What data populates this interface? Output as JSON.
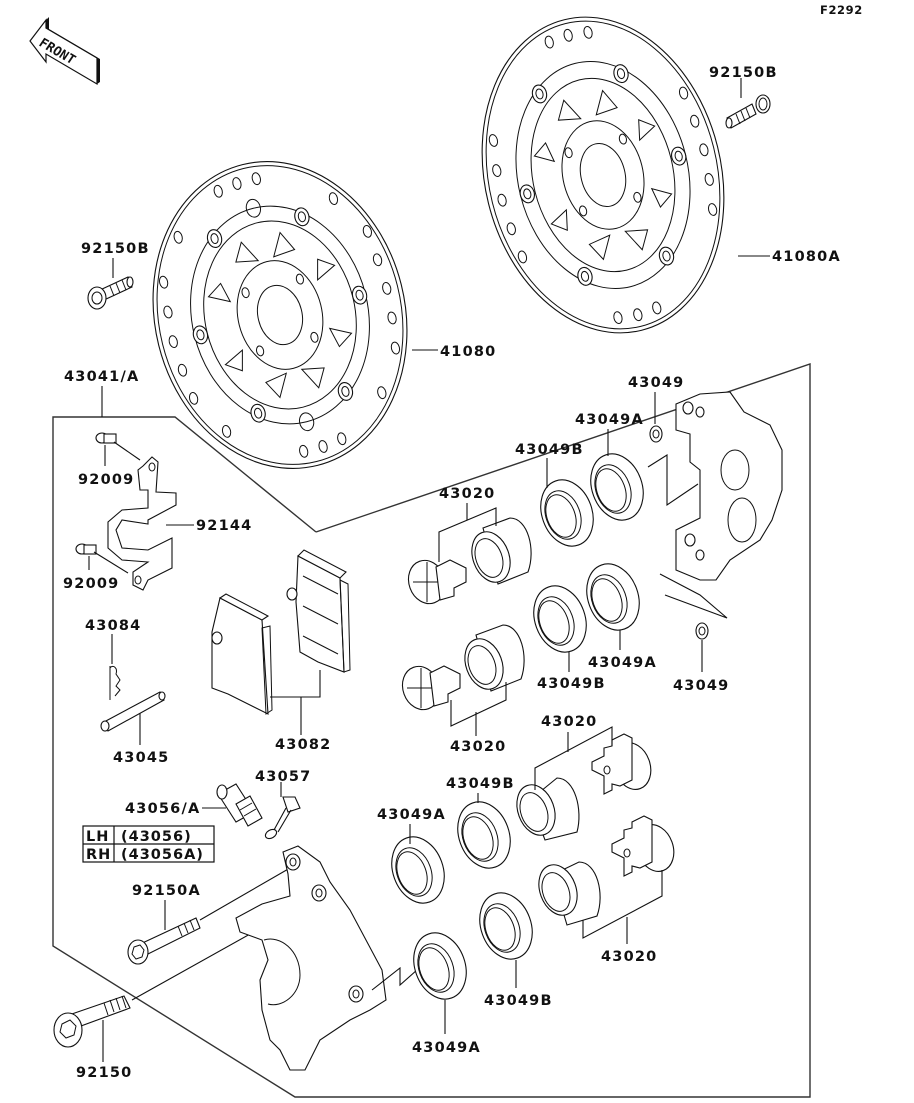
{
  "diagram": {
    "code": "F2292",
    "front_label": "FRONT",
    "labels": {
      "bolt_top_right": "92150B",
      "disc_right": "41080A",
      "bolt_top_left": "92150B",
      "disc_left": "41080",
      "caliper_assy": "43041/A",
      "bleeder_cap_top": "43049",
      "seal_a_top": "43049A",
      "seal_b_top": "43049B",
      "piston_top": "43020",
      "screw_top": "92009",
      "spring_plate": "92144",
      "screw_bottom": "92009",
      "seal_b_mid": "43049B",
      "seal_a_mid": "43049A",
      "bleeder_cap_mid": "43049",
      "clip": "43084",
      "pad_set": "43082",
      "pin": "43045",
      "piston_mid": "43020",
      "bleeder_valve": "43056/A",
      "bleeder_cap": "43057",
      "piston_right_top": "43020",
      "seal_b_lower": "43049B",
      "seal_a_lower": "43049A",
      "bolt_a": "92150A",
      "piston_right_bottom": "43020",
      "seal_b_bottom": "43049B",
      "bolt": "92150",
      "seal_a_bottom": "43049A"
    },
    "variant_table": {
      "rows": [
        {
          "side": "LH",
          "part": "(43056)"
        },
        {
          "side": "RH",
          "part": "(43056A)"
        }
      ]
    }
  }
}
